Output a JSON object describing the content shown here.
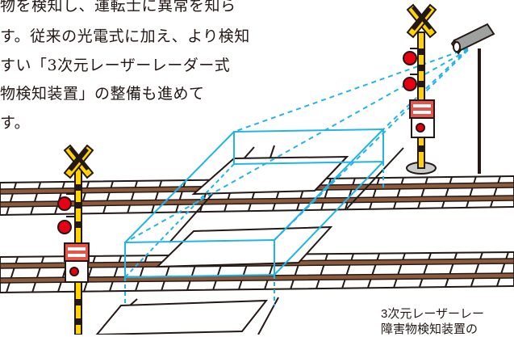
{
  "body_text": {
    "lines": [
      "物を検知し、運転士に異常を知ら",
      "す。従来の光電式に加え、より検知",
      "すい「3次元レーザーレーダー式",
      "物検知装置」の整備も進めて",
      "す。"
    ]
  },
  "caption": {
    "line1": "3次元レーザーレー",
    "line2": "障害物検知装置の"
  },
  "colors": {
    "detection_beam": "#23b4e6",
    "rail": "#8b5a3c",
    "signal_yellow": "#ffd400",
    "lamp_red": "#e60012",
    "crossbuck_yellow": "#ffd400"
  },
  "icons": [
    "railroad-crossing-signal",
    "laser-radar-sensor",
    "detection-zone"
  ]
}
